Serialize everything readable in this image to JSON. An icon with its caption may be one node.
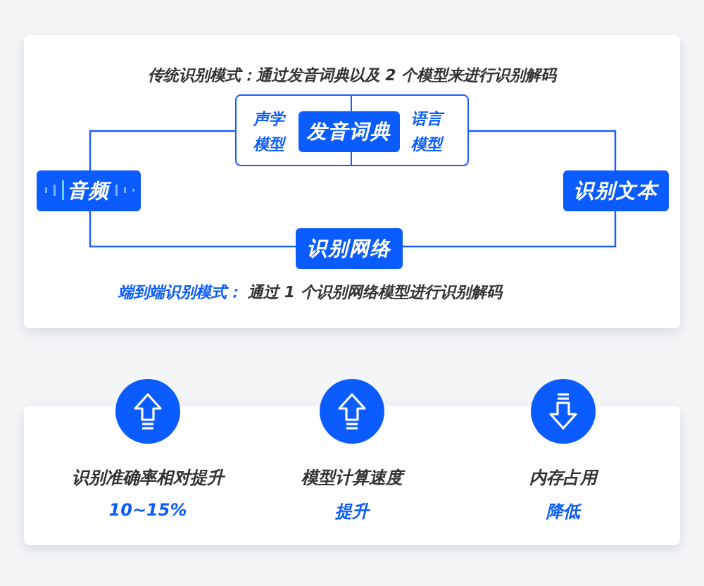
{
  "diagram": {
    "nodes": [
      {
        "text": [
          "音频"
        ]
      },
      {
        "text": [
          "声学模型",
          "语言模型"
        ]
      },
      {
        "text": [
          "发音词典"
        ],
        "in": 1
      },
      {
        "text": [
          "识别文本"
        ]
      },
      {
        "text": [
          "识别网络"
        ]
      }
    ],
    "edges": [
      {
        "from": 0,
        "to": 1,
        "arrow": "none"
      },
      {
        "from": 1,
        "to": 3,
        "arrow": "none"
      },
      {
        "from": 0,
        "to": 4,
        "arrow": "none"
      },
      {
        "from": 4,
        "to": 3,
        "arrow": "none"
      }
    ],
    "labels": [
      "传统识别模式：通过发音词典以及 2 个模型来进行识别解码",
      "端到端识别模式：",
      "通过 1 个识别网络模型进行识别解码",
      "识别准确率相对提升",
      "模型计算速度",
      "内存占用",
      "10~15%",
      "提升",
      "降低"
    ]
  }
}
